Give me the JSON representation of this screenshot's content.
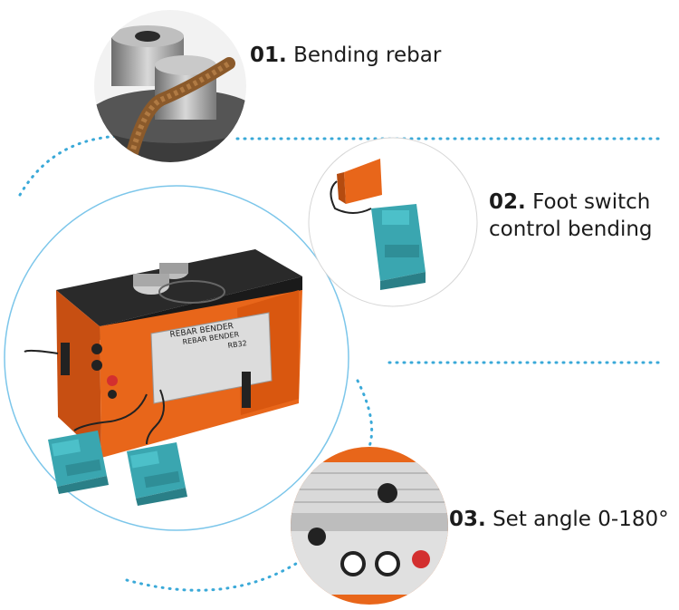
{
  "features": [
    {
      "number": "01.",
      "text": "Bending rebar"
    },
    {
      "number": "02.",
      "text_line1": "Foot switch",
      "text_line2": "control bending"
    },
    {
      "number": "03.",
      "text": "Set angle 0-180°"
    }
  ],
  "machine_panel": {
    "title": "REBAR BENDER",
    "title_mirrored": "REBAR BENDER",
    "model": "RB32"
  },
  "colors": {
    "dotted_line": "#3aa9d8",
    "circle_outline": "#7cc6ea",
    "machine_orange": "#e8661a",
    "machine_top": "#2a2a2a",
    "pedal_teal": "#3aa6b0"
  }
}
